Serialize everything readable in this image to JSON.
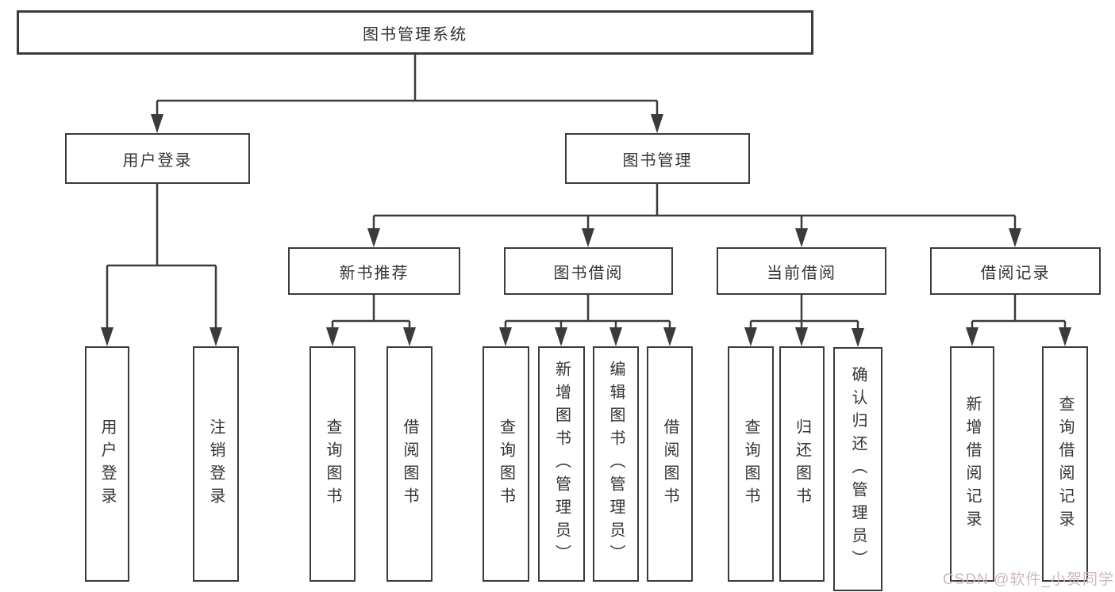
{
  "colors": {
    "line": "#3b3b3b",
    "box_border": "#3b3b3b",
    "text": "#333333",
    "background": "#ffffff",
    "watermark": "#ccb9b9"
  },
  "diagram": {
    "root": {
      "label": "图书管理系统",
      "children": [
        {
          "label": "用户登录",
          "children": [
            {
              "label": "用户登录"
            },
            {
              "label": "注销登录"
            }
          ]
        },
        {
          "label": "图书管理",
          "children": [
            {
              "label": "新书推荐",
              "children": [
                {
                  "label": "查询图书"
                },
                {
                  "label": "借阅图书"
                }
              ]
            },
            {
              "label": "图书借阅",
              "children": [
                {
                  "label": "查询图书"
                },
                {
                  "label": "新增图书（管理员）"
                },
                {
                  "label": "编辑图书（管理员）"
                },
                {
                  "label": "借阅图书"
                }
              ]
            },
            {
              "label": "当前借阅",
              "children": [
                {
                  "label": "查询图书"
                },
                {
                  "label": "归还图书"
                },
                {
                  "label": "确认归还（管理员）"
                }
              ]
            },
            {
              "label": "借阅记录",
              "children": [
                {
                  "label": "新增借阅记录"
                },
                {
                  "label": "查询借阅记录"
                }
              ]
            }
          ]
        }
      ]
    }
  },
  "watermark": {
    "text": "CSDN @软件_小贺同学"
  }
}
